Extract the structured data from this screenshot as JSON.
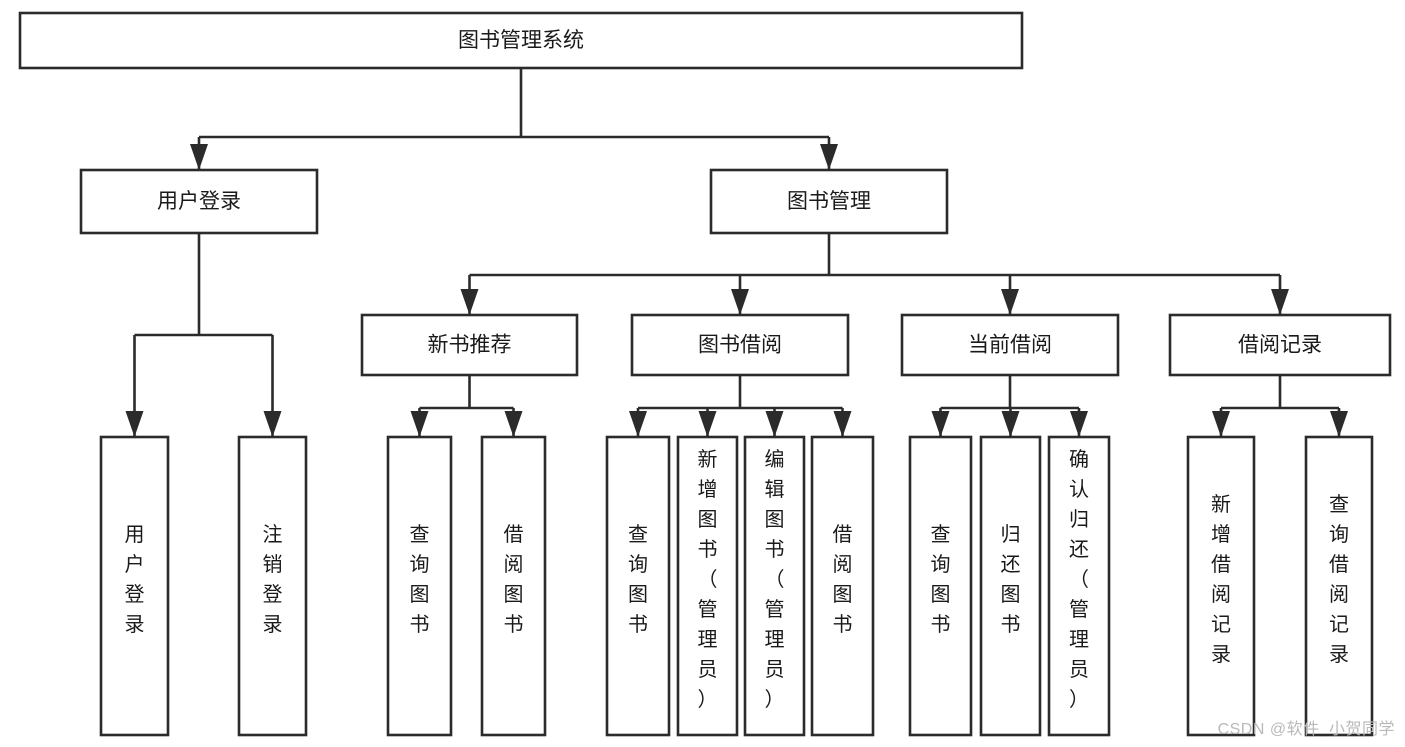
{
  "diagram": {
    "type": "tree-hierarchy",
    "orientation": "top-down",
    "title": "图书管理系统",
    "colors": {
      "box_fill": "#ffffff",
      "box_stroke": "#2b2b2b",
      "text": "#1a1a1a",
      "background": "#ffffff",
      "watermark": "#b9b9b9"
    },
    "root": {
      "id": "root",
      "label": "图书管理系统",
      "orientation": "horizontal"
    },
    "level2": [
      {
        "id": "user-login",
        "label": "用户登录",
        "orientation": "horizontal"
      },
      {
        "id": "book-management",
        "label": "图书管理",
        "orientation": "horizontal"
      }
    ],
    "level3": [
      {
        "id": "new-book-recommend",
        "label": "新书推荐",
        "orientation": "horizontal",
        "parent": "book-management"
      },
      {
        "id": "book-borrow",
        "label": "图书借阅",
        "orientation": "horizontal",
        "parent": "book-management"
      },
      {
        "id": "current-borrow",
        "label": "当前借阅",
        "orientation": "horizontal",
        "parent": "book-management"
      },
      {
        "id": "borrow-record",
        "label": "借阅记录",
        "orientation": "horizontal",
        "parent": "book-management"
      }
    ],
    "leaves": {
      "user-login": [
        {
          "id": "leaf-user-login",
          "label": "用户登录",
          "orientation": "vertical"
        },
        {
          "id": "leaf-logout-login",
          "label": "注销登录",
          "orientation": "vertical"
        }
      ],
      "new-book-recommend": [
        {
          "id": "leaf-query-book-1",
          "label": "查询图书",
          "orientation": "vertical"
        },
        {
          "id": "leaf-borrow-book-1",
          "label": "借阅图书",
          "orientation": "vertical"
        }
      ],
      "book-borrow": [
        {
          "id": "leaf-query-book-2",
          "label": "查询图书",
          "orientation": "vertical"
        },
        {
          "id": "leaf-add-book",
          "label": "新增图书（管理员）",
          "orientation": "vertical"
        },
        {
          "id": "leaf-edit-book",
          "label": "编辑图书（管理员）",
          "orientation": "vertical"
        },
        {
          "id": "leaf-borrow-book-2",
          "label": "借阅图书",
          "orientation": "vertical"
        }
      ],
      "current-borrow": [
        {
          "id": "leaf-query-book-3",
          "label": "查询图书",
          "orientation": "vertical"
        },
        {
          "id": "leaf-return-book",
          "label": "归还图书",
          "orientation": "vertical"
        },
        {
          "id": "leaf-confirm-return",
          "label": "确认归还（管理员）",
          "orientation": "vertical"
        }
      ],
      "borrow-record": [
        {
          "id": "leaf-add-record",
          "label": "新增借阅记录",
          "orientation": "vertical"
        },
        {
          "id": "leaf-query-record",
          "label": "查询借阅记录",
          "orientation": "vertical"
        }
      ]
    }
  },
  "watermark": {
    "text": "CSDN @软件_小贺同学"
  }
}
